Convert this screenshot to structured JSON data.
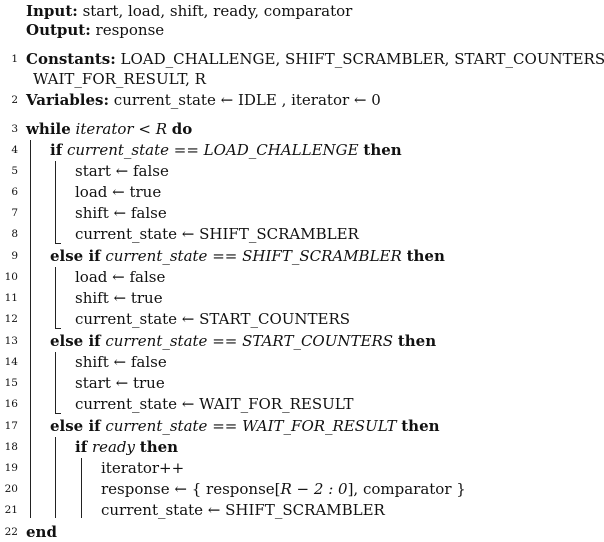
{
  "header": {
    "input_label": "Input:",
    "input_text": "start, load, shift, ready, comparator",
    "output_label": "Output:",
    "output_text": "response"
  },
  "lines": {
    "l1": {
      "no": "1",
      "kw": "Constants:",
      "text": "LOAD_CHALLENGE, SHIFT_SCRAMBLER, START_COUNTERS,",
      "cont": "WAIT_FOR_RESULT, R"
    },
    "l2": {
      "no": "2",
      "kw": "Variables:",
      "text": "current_state ← IDLE , iterator ← 0"
    },
    "l3": {
      "no": "3",
      "kw1": "while",
      "cond": "iterator < R",
      "kw2": "do"
    },
    "l4": {
      "no": "4",
      "kw1": "if",
      "cond_a": "current_state",
      "op": " == ",
      "cond_b": "LOAD_CHALLENGE",
      "kw2": "then"
    },
    "l5": {
      "no": "5",
      "text": "start ← false"
    },
    "l6": {
      "no": "6",
      "text": "load ← true"
    },
    "l7": {
      "no": "7",
      "text": "shift ← false"
    },
    "l8": {
      "no": "8",
      "text": "current_state ← SHIFT_SCRAMBLER"
    },
    "l9": {
      "no": "9",
      "kw1": "else if",
      "cond_a": "current_state",
      "op": " == ",
      "cond_b": "SHIFT_SCRAMBLER",
      "kw2": "then"
    },
    "l10": {
      "no": "10",
      "text": "load ← false"
    },
    "l11": {
      "no": "11",
      "text": "shift ← true"
    },
    "l12": {
      "no": "12",
      "text": "current_state ← START_COUNTERS"
    },
    "l13": {
      "no": "13",
      "kw1": "else if",
      "cond_a": "current_state",
      "op": " == ",
      "cond_b": "START_COUNTERS",
      "kw2": "then"
    },
    "l14": {
      "no": "14",
      "text": "shift ← false"
    },
    "l15": {
      "no": "15",
      "text": "start ← true"
    },
    "l16": {
      "no": "16",
      "text": "current_state ← WAIT_FOR_RESULT"
    },
    "l17": {
      "no": "17",
      "kw1": "else if",
      "cond_a": "current_state",
      "op": " == ",
      "cond_b": "WAIT_FOR_RESULT",
      "kw2": "then"
    },
    "l18": {
      "no": "18",
      "kw1": "if",
      "cond": "ready",
      "kw2": "then"
    },
    "l19": {
      "no": "19",
      "text": "iterator++"
    },
    "l20": {
      "no": "20",
      "pre": "response ← { response[",
      "math": "R − 2 : 0",
      "post": "], comparator }"
    },
    "l21": {
      "no": "21",
      "text": "current_state ← SHIFT_SCRAMBLER"
    },
    "l22": {
      "no": "22",
      "kw": "end"
    }
  }
}
